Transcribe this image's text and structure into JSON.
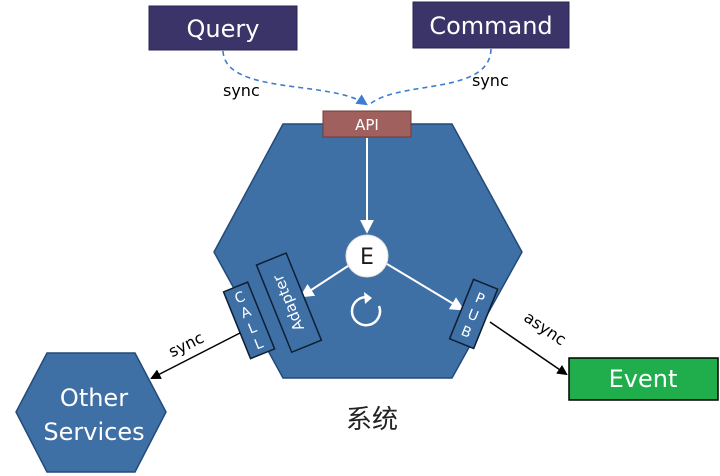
{
  "nodes": {
    "query": "Query",
    "command": "Command",
    "api": "API",
    "entity": "E",
    "adapter": "Adapter",
    "call": "CALL",
    "pub": "PUB",
    "event": "Event",
    "other_services_line1": "Other",
    "other_services_line2": "Services",
    "system": "系统"
  },
  "edges": {
    "query_sync": "sync",
    "command_sync": "sync",
    "call_sync": "sync",
    "pub_async": "async"
  },
  "colors": {
    "hexagon": "#3e6fa5",
    "query_box": "#3b3468",
    "api_box": "#a0605e",
    "event_box": "#1fae4b",
    "dashed_arrow": "#3d7dcf"
  }
}
